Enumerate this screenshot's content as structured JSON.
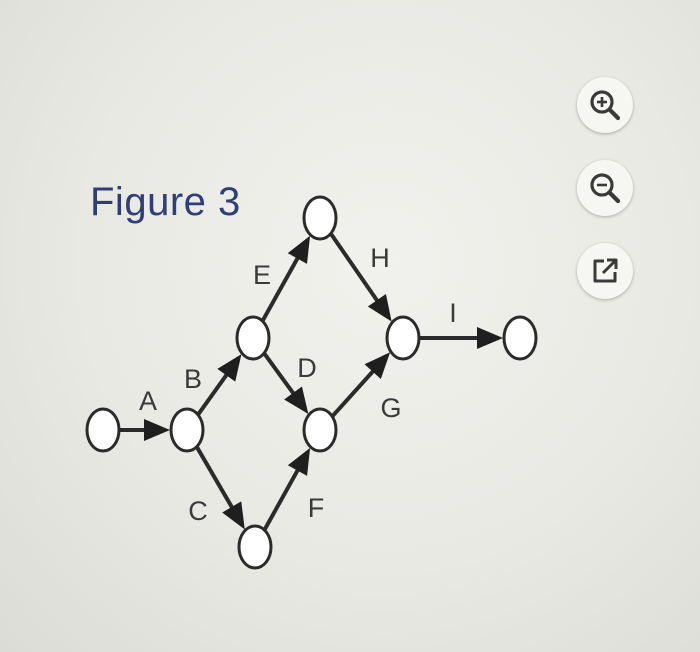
{
  "figure": {
    "title": "Figure 3"
  },
  "diagram": {
    "node_style": {
      "stroke": "#2b2b2b",
      "fill": "#ffffff"
    },
    "edges": [
      {
        "id": "A",
        "label": "A",
        "from": "n1",
        "to": "n2"
      },
      {
        "id": "B",
        "label": "B",
        "from": "n2",
        "to": "n3"
      },
      {
        "id": "C",
        "label": "C",
        "from": "n2",
        "to": "n7"
      },
      {
        "id": "E",
        "label": "E",
        "from": "n3",
        "to": "n4"
      },
      {
        "id": "D",
        "label": "D",
        "from": "n3",
        "to": "n6"
      },
      {
        "id": "H",
        "label": "H",
        "from": "n4",
        "to": "n5"
      },
      {
        "id": "F",
        "label": "F",
        "from": "n7",
        "to": "n6"
      },
      {
        "id": "G",
        "label": "G",
        "from": "n6",
        "to": "n5"
      },
      {
        "id": "I",
        "label": "I",
        "from": "n5",
        "to": "n8"
      }
    ]
  },
  "toolbar": {
    "icon_color": "#3a3a3a",
    "buttons": [
      {
        "name": "zoom-in",
        "icon": "zoom-in-icon"
      },
      {
        "name": "zoom-out",
        "icon": "zoom-out-icon"
      },
      {
        "name": "open-external",
        "icon": "external-link-icon"
      }
    ]
  }
}
